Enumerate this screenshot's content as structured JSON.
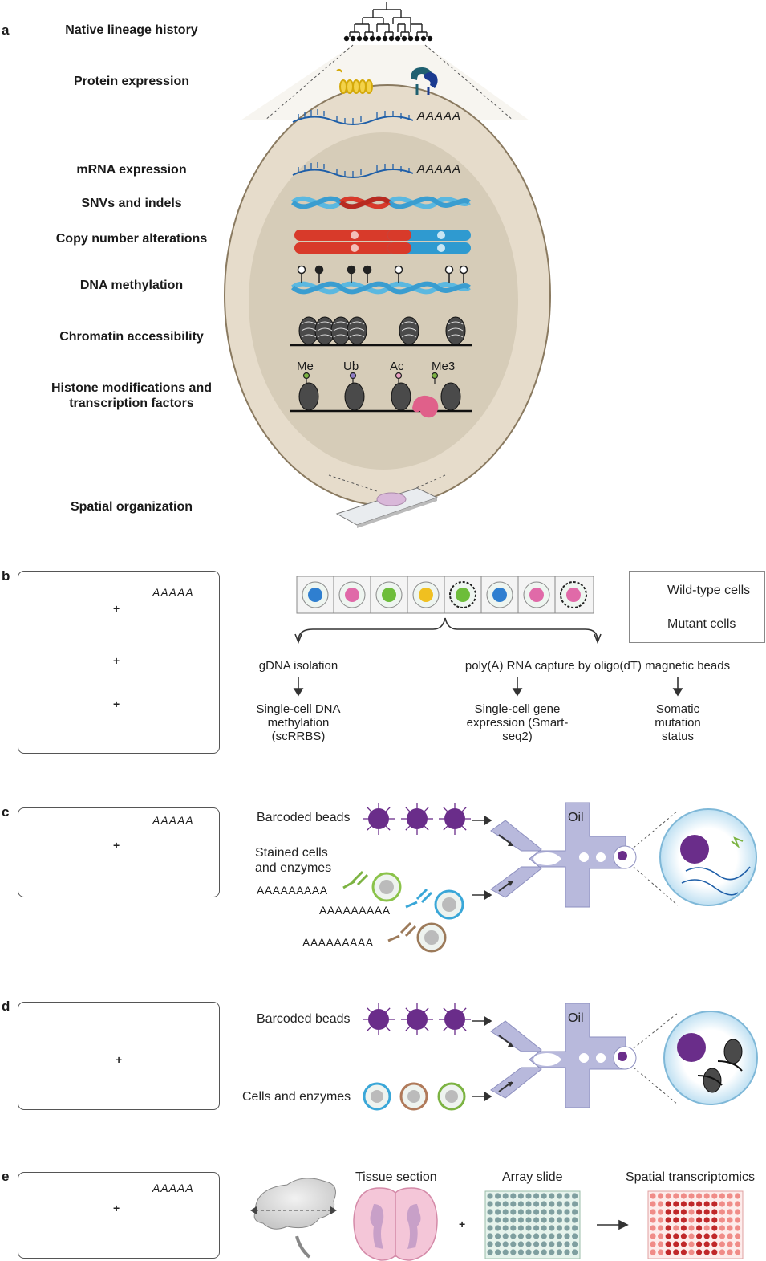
{
  "panel_letters": [
    "a",
    "b",
    "c",
    "d",
    "e"
  ],
  "panel_a": {
    "layers": [
      "Native lineage history",
      "Protein expression",
      "mRNA expression",
      "SNVs and indels",
      "Copy number alterations",
      "DNA methylation",
      "Chromatin accessibility",
      "Histone modifications and transcription factors",
      "Spatial organization"
    ],
    "polyA": "AAAAA",
    "histone_marks": [
      "Me",
      "Ub",
      "Ac",
      "Me3"
    ]
  },
  "panel_b": {
    "plus": "+",
    "legend": {
      "wild_type": "Wild-type cells",
      "mutant": "Mutant cells"
    },
    "branch_left": "gDNA isolation",
    "branch_right": "poly(A) RNA capture by oligo(dT) magnetic beads",
    "outputs": [
      "Single-cell DNA methylation (scRRBS)",
      "Single-cell gene expression (Smart-seq2)",
      "Somatic mutation status"
    ],
    "cell_colors": [
      "#2f7fd0",
      "#e06aa8",
      "#6dbd3a",
      "#f0c020",
      "#6dbd3a",
      "#2f7fd0",
      "#e06aa8",
      "#e06aa8"
    ],
    "mutant_flags": [
      false,
      false,
      false,
      false,
      true,
      false,
      false,
      true
    ]
  },
  "panel_c": {
    "barcoded_beads": "Barcoded beads",
    "stained_cells": "Stained cells and enzymes",
    "oil": "Oil",
    "polyA_tail": "AAAAAAAAA"
  },
  "panel_d": {
    "barcoded_beads": "Barcoded beads",
    "cells_enzymes": "Cells and enzymes",
    "oil": "Oil"
  },
  "panel_e": {
    "tissue_section": "Tissue section",
    "array_slide": "Array slide",
    "spatial_transcriptomics": "Spatial transcriptomics",
    "plus": "+"
  },
  "colors": {
    "dna_light": "#5bb8e0",
    "dna_dark": "#1f5fa8",
    "mutation_red": "#d83a2a",
    "cell_outer": "#e6dccb",
    "cell_inner": "#d6ccb8",
    "channel": "#b8b9dc",
    "bead_purple": "#6a2d8a"
  }
}
